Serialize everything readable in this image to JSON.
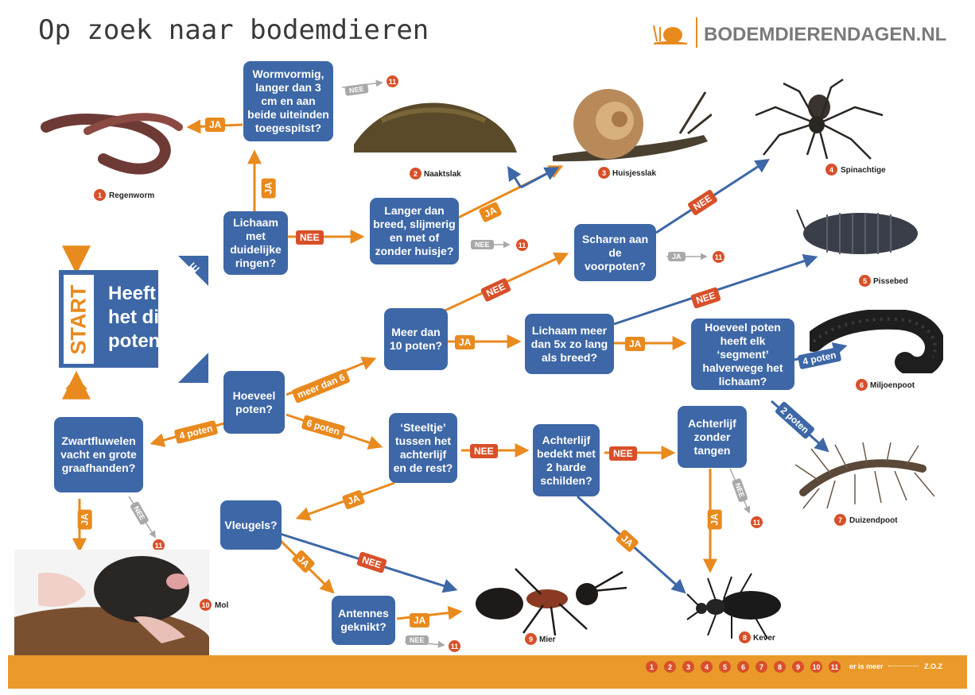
{
  "header": {
    "title": "Op zoek naar bodemdieren",
    "site": "BODEMDIERENDAGEN.NL"
  },
  "start": {
    "label": "START",
    "question": "Heeft het dier poten?",
    "no": "NEE",
    "yes": "JA"
  },
  "questions": {
    "ringen": "Lichaam met duidelijke ringen?",
    "wormvormig": "Wormvormig, langer dan 3 cm en aan beide uiteinden toegespitst?",
    "slijmerig": "Langer dan breed, slijmerig en met of zonder huisje?",
    "scharen": "Scharen aan de voorpoten?",
    "meerdan10": "Meer dan 10 poten?",
    "lichaammeer": "Lichaam meer dan 5x zo lang als breed?",
    "segment": "Hoeveel poten heeft elk ‘segment’ halverwege het lichaam?",
    "hoeveel": "Hoeveel poten?",
    "zwartfluwelen": "Zwartfluwelen vacht en grote graafhanden?",
    "steeltje": "‘Steeltje’ tussen het achterlijf en de rest?",
    "achterlijf": "Achterlijf bedekt met 2 harde schilden?",
    "tangen": "Achterlijf zonder tangen",
    "vleugels": "Vleugels?",
    "antennes": "Antennes geknikt?"
  },
  "labels": {
    "ja": "JA",
    "nee": "NEE",
    "meer_dan_6": "meer dan 6",
    "vier_poten": "4 poten",
    "zes_poten": "6 poten",
    "twee_poten": "2 poten"
  },
  "animals": [
    {
      "num": "1",
      "name": "Regenworm"
    },
    {
      "num": "2",
      "name": "Naaktslak"
    },
    {
      "num": "3",
      "name": "Huisjesslak"
    },
    {
      "num": "4",
      "name": "Spinachtige"
    },
    {
      "num": "5",
      "name": "Pissebed"
    },
    {
      "num": "6",
      "name": "Miljoenpoot"
    },
    {
      "num": "7",
      "name": "Duizendpoot"
    },
    {
      "num": "8",
      "name": "Kever"
    },
    {
      "num": "9",
      "name": "Mier"
    },
    {
      "num": "10",
      "name": "Mol"
    },
    {
      "num": "11",
      "name": ""
    }
  ],
  "footer": {
    "numbers": [
      "1",
      "2",
      "3",
      "4",
      "5",
      "6",
      "7",
      "8",
      "9",
      "10",
      "11"
    ],
    "more": "er is meer",
    "zoz": "Z.O.Z"
  },
  "colors": {
    "box_blue": "#3d67a6",
    "orange": "#e88a1e",
    "red": "#d8502a",
    "gray": "#a8a8a8"
  }
}
